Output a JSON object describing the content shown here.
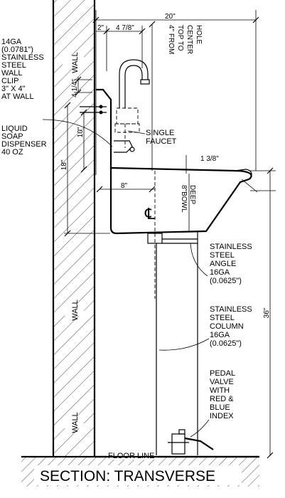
{
  "title": "SECTION: TRANSVERSE",
  "labels": {
    "wall_top": "WALL",
    "wall_mid": "WALL",
    "wall_low": "WALL",
    "floor_line": "FLOOR LINE",
    "wall_clip": [
      "14GA",
      "(0.0781\")",
      "STAINLESS",
      "STEEL",
      "WALL",
      "CLIP",
      "3\" X 4\"",
      "AT WALL"
    ],
    "soap": [
      "LIQUID",
      "SOAP",
      "DISPENSER",
      "40 OZ"
    ],
    "faucet": [
      "SINGLE",
      "FAUCET"
    ],
    "center_hole": [
      "4\" FROM",
      "TOP TO",
      "CENTER",
      "HOLE"
    ],
    "bowl_deep": [
      "8\"BOWL",
      "DEEP"
    ],
    "angle": [
      "STAINLESS",
      "STEEL",
      "ANGLE",
      "16GA",
      "(0.0625\")"
    ],
    "column": [
      "STAINLESS",
      "STEEL",
      "COLUMN",
      "16GA",
      "(0.0625\")"
    ],
    "pedal": [
      "PEDAL",
      "VALVE",
      "WITH",
      "RED &",
      "BLUE",
      "INDEX"
    ],
    "centerline_symbol": "℄"
  },
  "dimensions": {
    "width_20": "20\"",
    "offset_2": "2\"",
    "offset_4_78": "4 7/8\"",
    "clip_4_14": "4 1/4\"",
    "drop_10": "10\"",
    "height_18": "18\"",
    "rim_1_38": "1 3/8\"",
    "depth_8": "8\"",
    "height_36": "36\""
  }
}
